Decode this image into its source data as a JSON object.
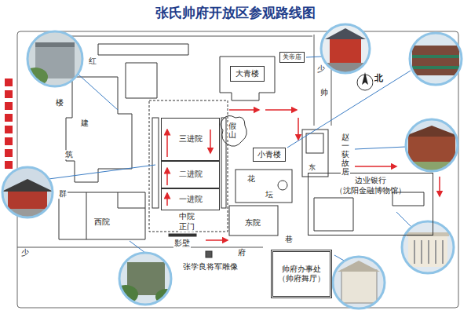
{
  "diagram": {
    "title": "张氏帅府开放区参观路线图",
    "nodes": [
      {
        "text": [
          "大青楼"
        ]
      },
      {
        "text": [
          "关帝庙"
        ]
      },
      {
        "text": [
          "三进院"
        ]
      },
      {
        "text": [
          "二进院"
        ]
      },
      {
        "text": [
          "一进院"
        ]
      },
      {
        "text": [
          "小青楼"
        ]
      },
      {
        "text": [
          "边业银行",
          "（沈阳金融博物馆）"
        ]
      },
      {
        "text": [
          "帅府办事处",
          "（帅府舞厅）"
        ]
      }
    ],
    "labels": [
      "红",
      "楼",
      "建",
      "筑",
      "群",
      "少",
      "帅",
      "假山",
      "赵一荻故居",
      "东",
      "花",
      "坛",
      "中院",
      "正门",
      "西院",
      "东院",
      "巷",
      "影壁",
      "少",
      "府",
      "张学良将军雕像",
      "北"
    ]
  }
}
